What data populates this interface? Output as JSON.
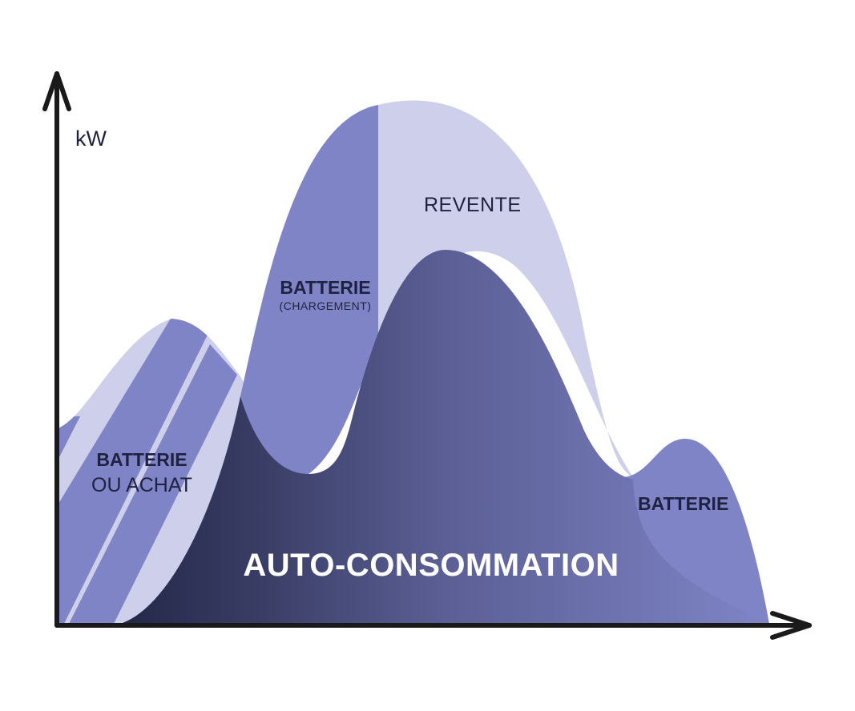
{
  "axes": {
    "y_unit": "kW"
  },
  "regions": {
    "revente": {
      "label": "REVENTE"
    },
    "battery_charging": {
      "label": "BATTERIE",
      "sublabel": "(CHARGEMENT)"
    },
    "battery_or_purchase": {
      "label": "BATTERIE",
      "sublabel": "OU ACHAT"
    },
    "battery_evening": {
      "label": "BATTERIE"
    },
    "self_consumption": {
      "label": "AUTO-CONSOMMATION"
    }
  },
  "colors": {
    "light_lavender": "#cdcfeb",
    "mid_purple": "#7f84c6",
    "dark_navy": "#232747",
    "self_consumption_mid": "#5b5f95",
    "axis": "#1a1a1a",
    "text_dark": "#1e2240"
  }
}
